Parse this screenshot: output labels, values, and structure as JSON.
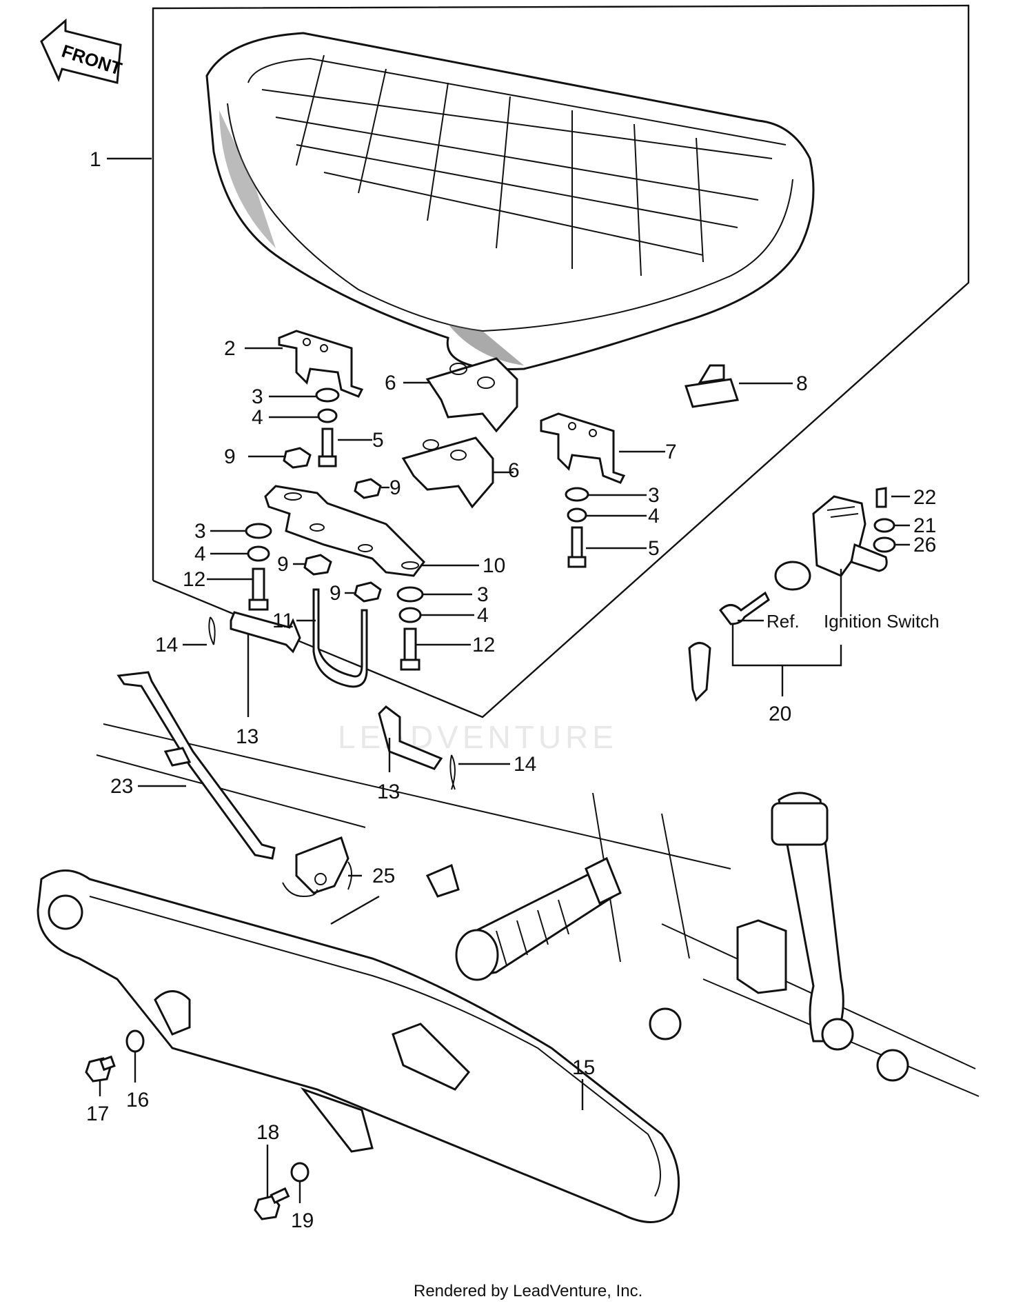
{
  "front_arrow": {
    "label": "FRONT",
    "icon": "front-direction-arrow-icon"
  },
  "callouts": [
    {
      "id": "c1",
      "text": "1"
    },
    {
      "id": "c2",
      "text": "2"
    },
    {
      "id": "c3a",
      "text": "3"
    },
    {
      "id": "c4a",
      "text": "4"
    },
    {
      "id": "c5a",
      "text": "5"
    },
    {
      "id": "c6a",
      "text": "6"
    },
    {
      "id": "c6b",
      "text": "6"
    },
    {
      "id": "c7",
      "text": "7"
    },
    {
      "id": "c8",
      "text": "8"
    },
    {
      "id": "c9a",
      "text": "9"
    },
    {
      "id": "c9b",
      "text": "9"
    },
    {
      "id": "c9c",
      "text": "9"
    },
    {
      "id": "c9d",
      "text": "9"
    },
    {
      "id": "c10",
      "text": "10"
    },
    {
      "id": "c3b",
      "text": "3"
    },
    {
      "id": "c4b",
      "text": "4"
    },
    {
      "id": "c5b",
      "text": "5"
    },
    {
      "id": "c3c",
      "text": "3"
    },
    {
      "id": "c4c",
      "text": "4"
    },
    {
      "id": "c12a",
      "text": "12"
    },
    {
      "id": "c3d",
      "text": "3"
    },
    {
      "id": "c4d",
      "text": "4"
    },
    {
      "id": "c12b",
      "text": "12"
    },
    {
      "id": "c11",
      "text": "11"
    },
    {
      "id": "c14a",
      "text": "14"
    },
    {
      "id": "c13a",
      "text": "13"
    },
    {
      "id": "c13b",
      "text": "13"
    },
    {
      "id": "c14b",
      "text": "14"
    },
    {
      "id": "c22",
      "text": "22"
    },
    {
      "id": "c21",
      "text": "21"
    },
    {
      "id": "c26",
      "text": "26"
    },
    {
      "id": "c20",
      "text": "20"
    },
    {
      "id": "c23",
      "text": "23"
    },
    {
      "id": "c25",
      "text": "25"
    },
    {
      "id": "c15",
      "text": "15"
    },
    {
      "id": "c16",
      "text": "16"
    },
    {
      "id": "c17",
      "text": "17"
    },
    {
      "id": "c18",
      "text": "18"
    },
    {
      "id": "c19",
      "text": "19"
    }
  ],
  "annotations": {
    "ref": "Ref.",
    "ignition_switch": "Ignition Switch"
  },
  "watermark": "LEADVENTURE",
  "footer": "Rendered by LeadVenture, Inc."
}
